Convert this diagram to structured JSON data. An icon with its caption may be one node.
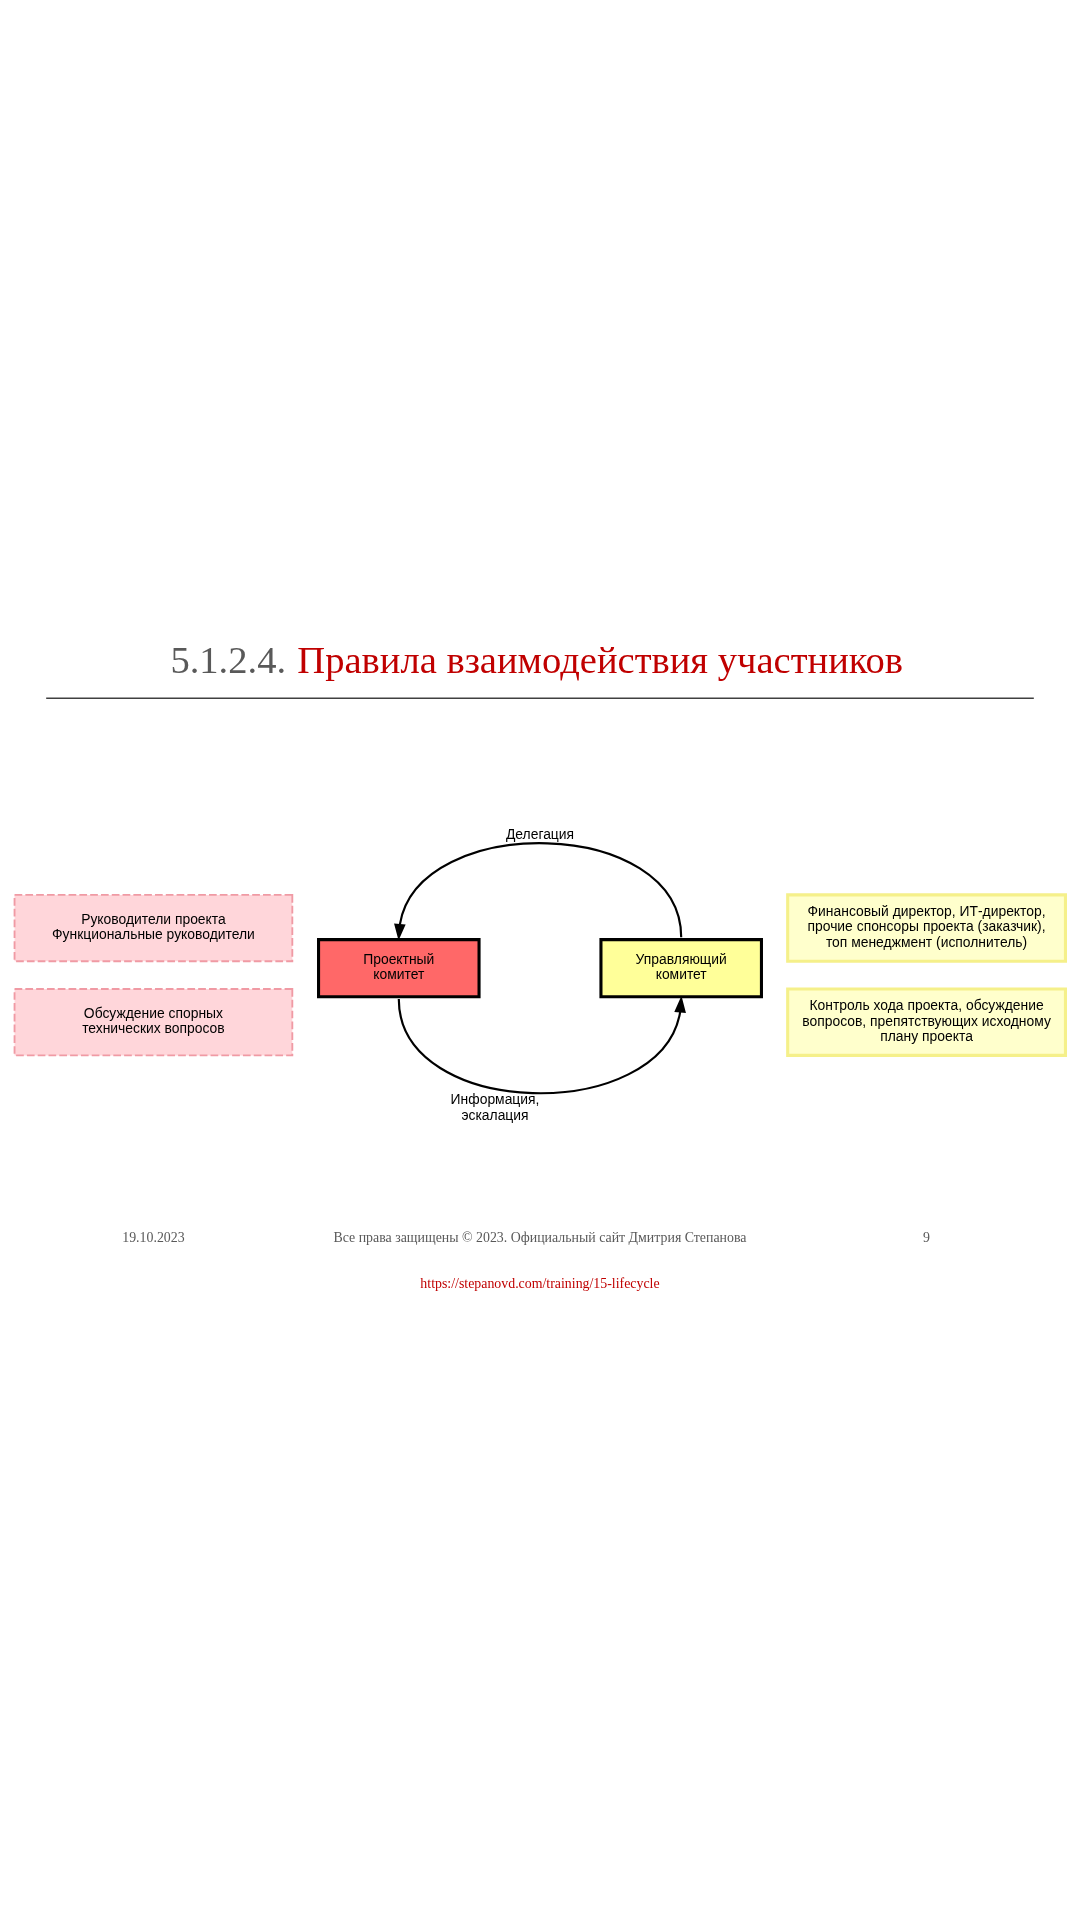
{
  "diagram": {
    "title": "5.1.2.4. Правила взаимодействия участников",
    "nodes": [
      {
        "text": [
          "Руководители проекта",
          "Функциональные руководители"
        ]
      },
      {
        "text": [
          "Обсуждение спорных технических вопросов"
        ]
      },
      {
        "text": [
          "Проектный комитет"
        ]
      },
      {
        "text": [
          "Управляющий комитет"
        ]
      },
      {
        "text": [
          "Финансовый директор, ИТ-директор, прочие спонсоры проекта (заказчик), топ менеджмент (исполнитель)"
        ]
      },
      {
        "text": [
          "Контроль хода проекта, обсуждение вопросов, препятствующих исходному плану проекта"
        ]
      }
    ],
    "edges": [
      {
        "from": 3,
        "to": 2,
        "arrow": "to",
        "label": "Делегация"
      },
      {
        "from": 2,
        "to": 3,
        "arrow": "to",
        "label": "Информация, эскалация"
      }
    ],
    "labels": [
      "19.10.2023",
      "Все права защищены © 2023. Официальный сайт Дмитрия Степанова",
      "https://stepanovd.com/training/15-lifecycle",
      "9"
    ]
  }
}
